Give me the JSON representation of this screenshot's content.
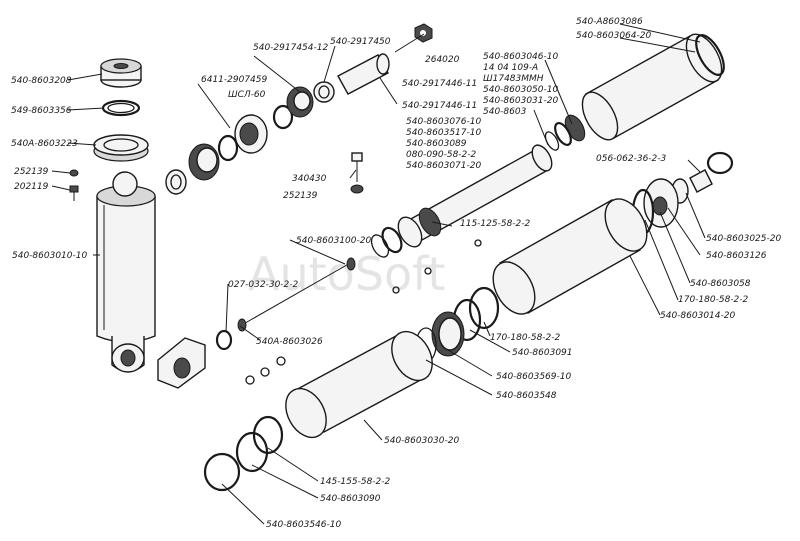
{
  "watermark": "AutoSoft",
  "labels": [
    {
      "id": "l1",
      "text": "540-8603208"
    },
    {
      "id": "l2",
      "text": "549-8603356"
    },
    {
      "id": "l3",
      "text": "540А-8603223"
    },
    {
      "id": "l4",
      "text": "252139"
    },
    {
      "id": "l5",
      "text": "202119"
    },
    {
      "id": "l6",
      "text": "540-8603010-10"
    },
    {
      "id": "l7",
      "text": "6411-2907459"
    },
    {
      "id": "l8",
      "text": "ШСЛ-60"
    },
    {
      "id": "l9",
      "text": "540-2917454-12"
    },
    {
      "id": "l10",
      "text": "540-2917450"
    },
    {
      "id": "l11",
      "text": "264020"
    },
    {
      "id": "l12",
      "text": "540-2917446-11"
    },
    {
      "id": "l13",
      "text": "540-2917446-11"
    },
    {
      "id": "l14",
      "text": "340430"
    },
    {
      "id": "l15",
      "text": "252139"
    },
    {
      "id": "l16",
      "text": "540-8603076-10"
    },
    {
      "id": "l17",
      "text": "540-8603517-10"
    },
    {
      "id": "l18",
      "text": "540-8603089"
    },
    {
      "id": "l19",
      "text": "080-090-58-2-2"
    },
    {
      "id": "l20",
      "text": "540-8603071-20"
    },
    {
      "id": "l21",
      "text": "540-8603046-10"
    },
    {
      "id": "l22",
      "text": "14 04 109-А"
    },
    {
      "id": "l23",
      "text": "Ш17483ММН"
    },
    {
      "id": "l24",
      "text": "540-8603050-10"
    },
    {
      "id": "l25",
      "text": "540-8603031-20"
    },
    {
      "id": "l26",
      "text": "540-8603"
    },
    {
      "id": "l27",
      "text": "540-А8603086"
    },
    {
      "id": "l28",
      "text": "540-8603064-20"
    },
    {
      "id": "l29",
      "text": "056-062-36-2-3"
    },
    {
      "id": "l30",
      "text": "115-125-58-2-2"
    },
    {
      "id": "l31",
      "text": "540-8603100-20"
    },
    {
      "id": "l32",
      "text": "027-032-30-2-2"
    },
    {
      "id": "l33",
      "text": "540А-8603026"
    },
    {
      "id": "l34",
      "text": "540-8603025-20"
    },
    {
      "id": "l35",
      "text": "540-8603126"
    },
    {
      "id": "l36",
      "text": "540-8603058"
    },
    {
      "id": "l37",
      "text": "170-180-58-2-2"
    },
    {
      "id": "l38",
      "text": "540-8603014-20"
    },
    {
      "id": "l39",
      "text": "170-180-58-2-2"
    },
    {
      "id": "l40",
      "text": "540-8603091"
    },
    {
      "id": "l41",
      "text": "540-8603569-10"
    },
    {
      "id": "l42",
      "text": "540-8603548"
    },
    {
      "id": "l43",
      "text": "540-8603030-20"
    },
    {
      "id": "l44",
      "text": "145-155-58-2-2"
    },
    {
      "id": "l45",
      "text": "540-8603090"
    },
    {
      "id": "l46",
      "text": "540-8603546-10"
    }
  ]
}
